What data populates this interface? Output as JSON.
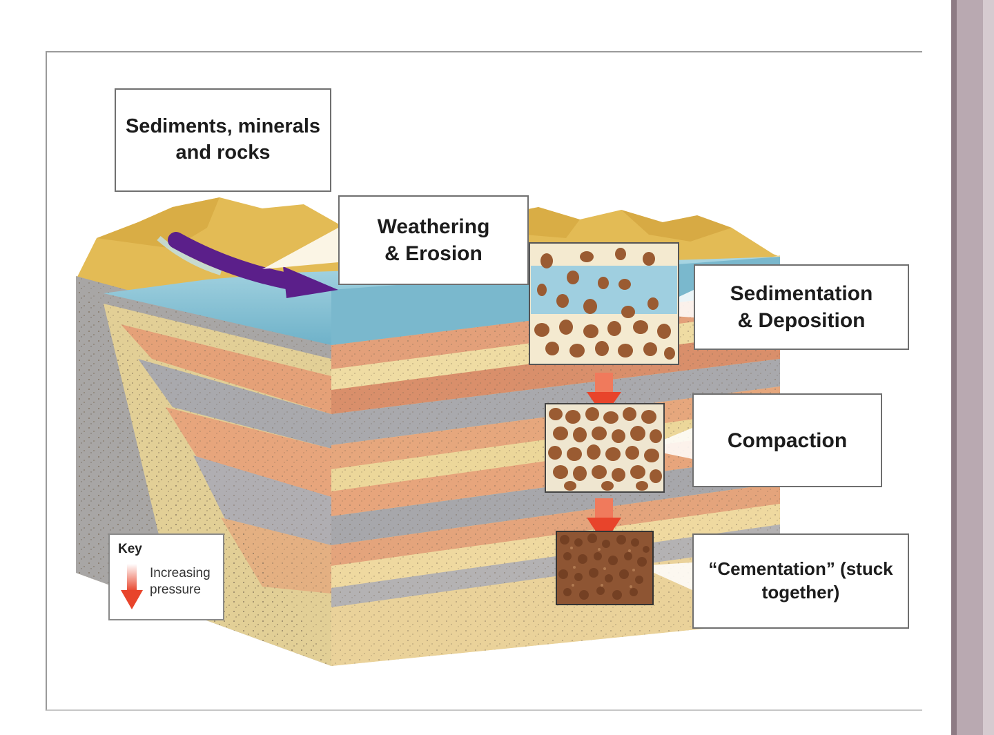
{
  "labels": {
    "sediments": "Sediments, minerals and rocks",
    "weathering": "Weathering & Erosion",
    "sedimentation": "Sedimentation & Deposition",
    "compaction": "Compaction",
    "cementation": "“Cementation” (stuck together)"
  },
  "key": {
    "title": "Key",
    "description": "Increasing pressure"
  },
  "colors": {
    "water": "#8cc6d8",
    "mountains": "#e6c25a",
    "sand_layer": "#ecd79a",
    "orange_layer": "#e7a57c",
    "gray_layer": "#a9a9ad",
    "pressure_arrow": "#e8442b",
    "erosion_arrow": "#5b1f8a",
    "pebble": "#9a5b32"
  },
  "icons": {
    "erosion_arrow": "curved-arrow-icon",
    "pressure_arrow": "down-arrow-icon"
  }
}
